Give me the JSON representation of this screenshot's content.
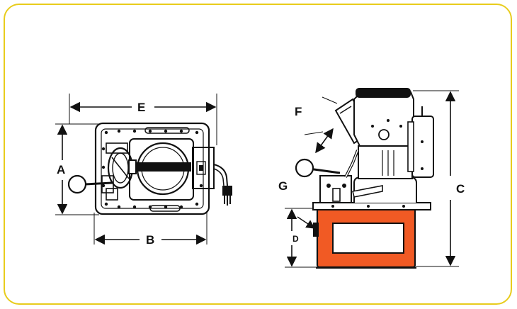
{
  "labels": {
    "a": "A",
    "b": "B",
    "c": "C",
    "d": "D",
    "e": "E",
    "f": "F",
    "g": "G"
  },
  "colors": {
    "frame": "#e8cc1c",
    "reservoir": "#f15a24",
    "line": "#111111"
  }
}
